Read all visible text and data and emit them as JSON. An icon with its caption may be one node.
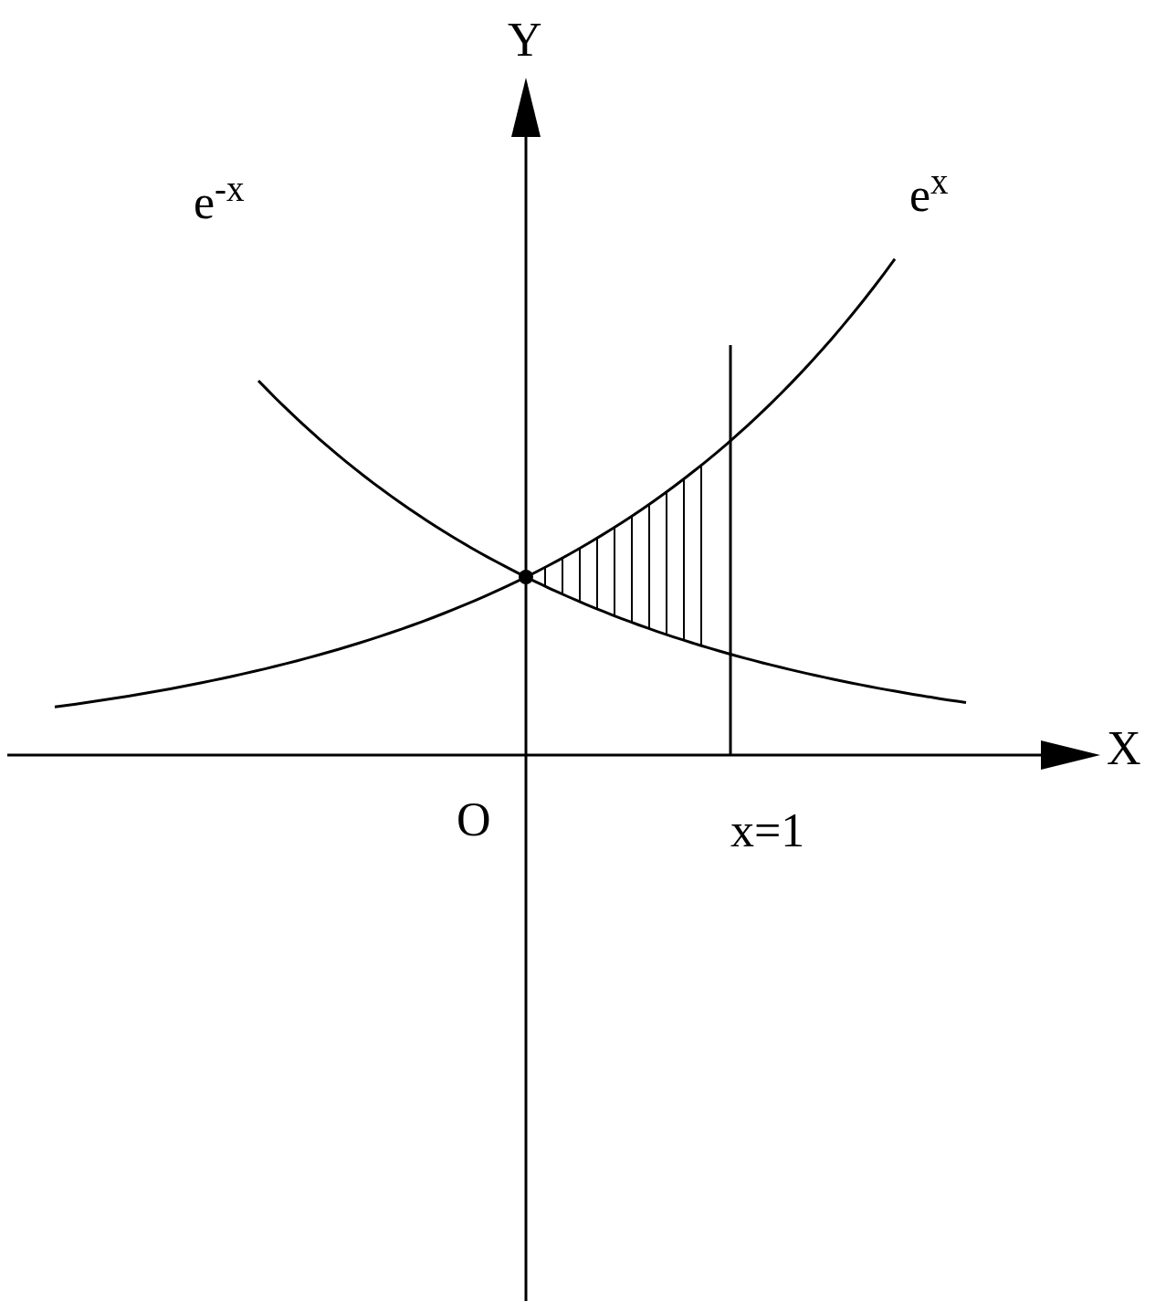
{
  "diagram": {
    "labels": [
      "Y",
      "e$^{-x}$",
      "e$^{x}$",
      "X",
      "O",
      "x=1"
    ]
  }
}
